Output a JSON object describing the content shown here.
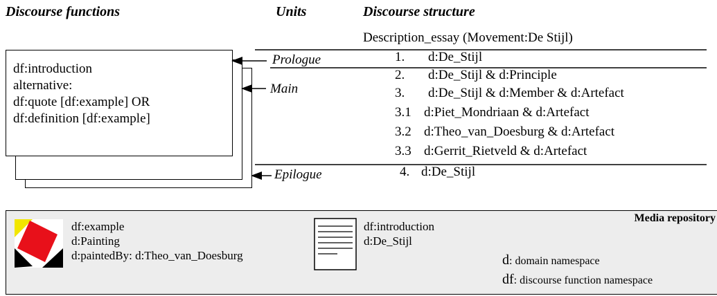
{
  "headers": {
    "functions": "Discourse functions",
    "units": "Units",
    "structure": "Discourse structure"
  },
  "essay_title": "Description_essay (Movement:De Stijl)",
  "function_box": {
    "lines": [
      "df:introduction",
      "alternative:",
      "df:quote [df:example] OR",
      "df:definition [df:example]"
    ]
  },
  "units": {
    "prologue": "Prologue",
    "main": "Main",
    "epilogue": "Epilogue"
  },
  "structure_items": [
    {
      "num": "1.",
      "text": "d:De_Stijl"
    },
    {
      "num": "2.",
      "text": "d:De_Stijl & d:Principle"
    },
    {
      "num": "3.",
      "text": "d:De_Stijl & d:Member & d:Artefact"
    },
    {
      "num": "3.1",
      "text": "d:Piet_Mondriaan & d:Artefact"
    },
    {
      "num": "3.2",
      "text": "d:Theo_van_Doesburg & d:Artefact"
    },
    {
      "num": "3.3",
      "text": "d:Gerrit_Rietveld & d:Artefact"
    },
    {
      "num": "4.",
      "text": "d:De_Stijl"
    }
  ],
  "media": {
    "title": "Media repository",
    "painting_lines": [
      "df:example",
      "d:Painting",
      "d:paintedBy: d:Theo_van_Doesburg"
    ],
    "document_lines": [
      "df:introduction",
      "d:De_Stijl"
    ],
    "legend": [
      {
        "prefix": "d",
        "text": ": domain namespace"
      },
      {
        "prefix": "df",
        "text": ": discourse function namespace"
      }
    ],
    "painting_colors": {
      "yellow": "#f2e600",
      "red": "#e8101a",
      "black": "#000000",
      "white": "#ffffff"
    }
  }
}
